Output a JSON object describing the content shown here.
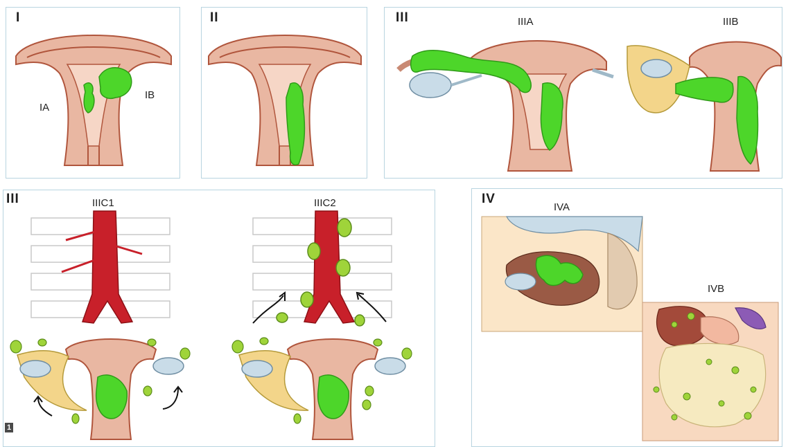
{
  "panels": {
    "stage_1": {
      "label": "I",
      "sub_a": "IA",
      "sub_b": "IB"
    },
    "stage_2": {
      "label": "II"
    },
    "stage_3": {
      "label": "III",
      "sub_a": "IIIA",
      "sub_b": "IIIB"
    },
    "stage_3c": {
      "label": "III",
      "sub_c1": "IIIC1",
      "sub_c2": "IIIC2"
    },
    "stage_4": {
      "label": "IV",
      "sub_a": "IVA",
      "sub_b": "IVB"
    }
  },
  "figure_number": "1",
  "colors": {
    "tumor": "#4dd62a",
    "tumor_dark": "#2f9a18",
    "uterus_wall": "#e9b7a2",
    "uterus_outline": "#b0553c",
    "cavity": "#f6d6c6",
    "aorta": "#c8202a",
    "ovary": "#c9dce8",
    "adnexa": "#f3d58a",
    "panel_border": "#b8d4e0"
  },
  "icons": [
    "uterus-illustration",
    "aorta-illustration",
    "pelvis-sagittal-illustration",
    "abdomen-illustration",
    "spread-arrow-icon"
  ]
}
